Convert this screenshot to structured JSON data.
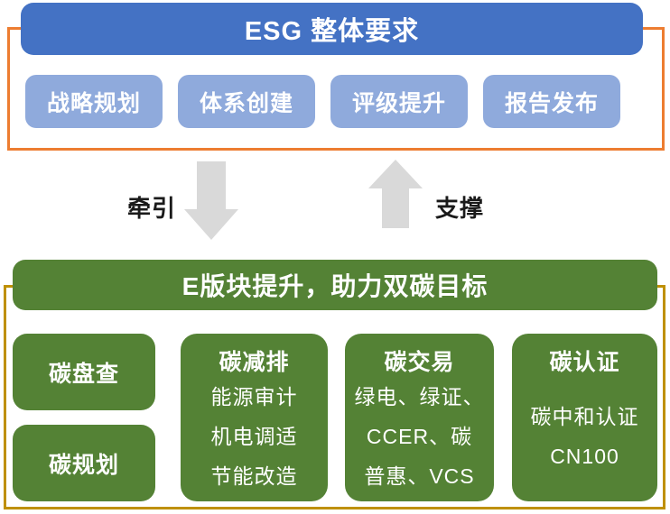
{
  "colors": {
    "header_blue": "#4472C4",
    "item_blue": "#8FAADC",
    "frame_orange": "#ED7D31",
    "green": "#548235",
    "frame_gold": "#BF9000",
    "arrow_gray": "#D9D9D9",
    "label_black": "#1a1a1a"
  },
  "top": {
    "header": "ESG 整体要求",
    "items": [
      "战略规划",
      "体系创建",
      "评级提升",
      "报告发布"
    ]
  },
  "flow": {
    "down_label": "牵引",
    "up_label": "支撑"
  },
  "bottom": {
    "header": "E版块提升，助力双碳目标",
    "boxes": [
      {
        "title": "碳盘查",
        "lines": []
      },
      {
        "title": "碳规划",
        "lines": []
      },
      {
        "title": "碳减排",
        "lines": [
          "能源审计",
          "机电调适",
          "节能改造"
        ]
      },
      {
        "title": "碳交易",
        "lines": [
          "绿电、绿证、",
          "CCER、碳",
          "普惠、VCS"
        ]
      },
      {
        "title": "碳认证",
        "lines": [
          "碳中和认证",
          "CN100"
        ]
      }
    ]
  }
}
